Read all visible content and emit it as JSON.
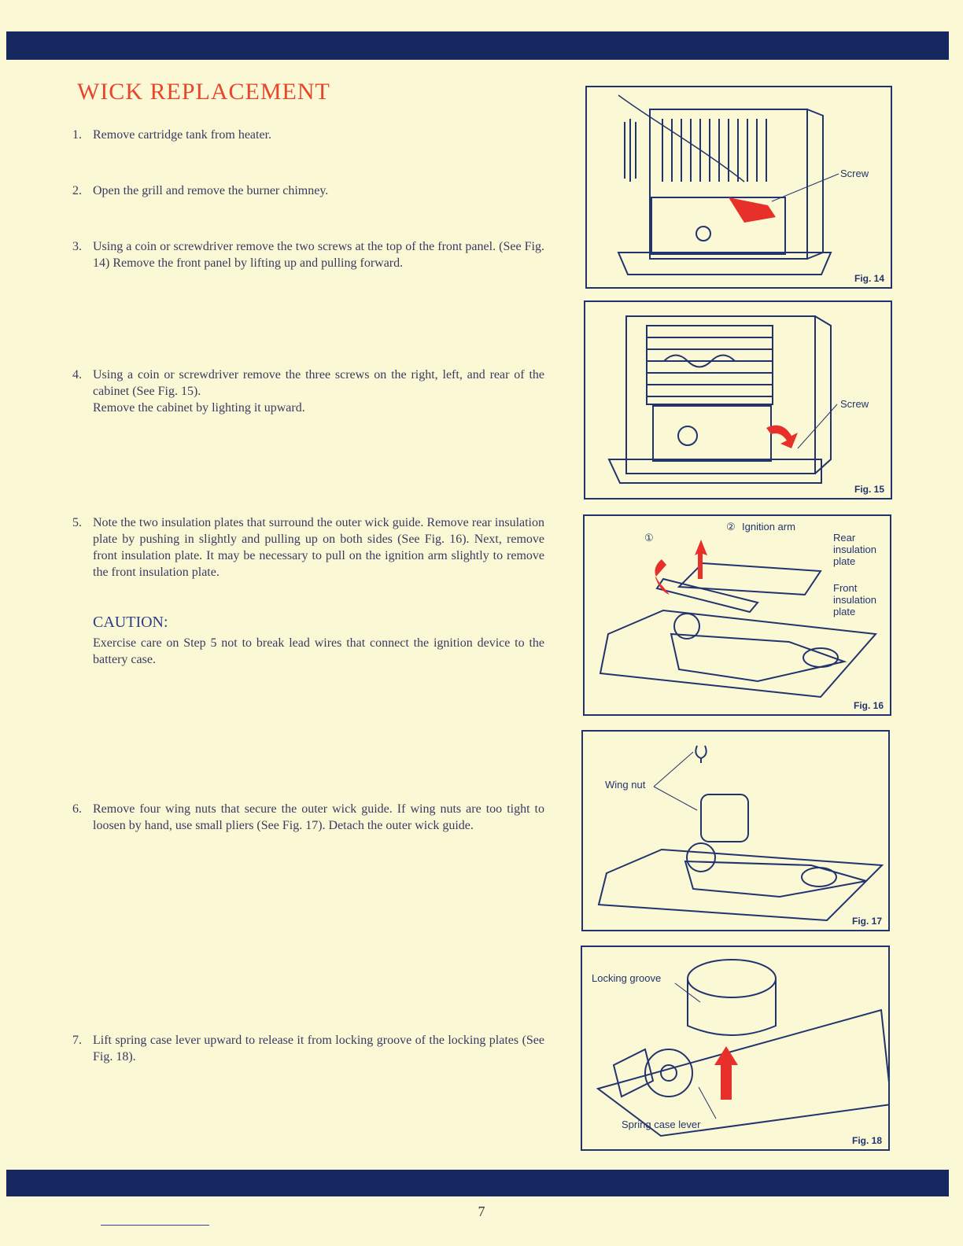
{
  "title": "WICK REPLACEMENT",
  "steps": [
    {
      "num": "1.",
      "text": "Remove cartridge tank from heater."
    },
    {
      "num": "2.",
      "text": "Open the grill and remove the burner chimney."
    },
    {
      "num": "3.",
      "text": "Using a coin or screwdriver remove the two screws at the top of the front panel. (See Fig. 14) Remove the front panel by lifting up and pulling forward."
    },
    {
      "num": "4.",
      "text": "Using a coin or screwdriver remove the three screws on the right, left, and rear of the cabinet (See Fig. 15).",
      "text2": "Remove the cabinet by lighting it upward."
    },
    {
      "num": "5.",
      "text": "Note the two insulation plates that surround the outer wick guide. Remove rear insulation plate by pushing in slightly and pulling up on both sides (See Fig. 16). Next, remove front insulation plate. It may be necessary to pull on the ignition arm slightly to remove the front insulation plate."
    },
    {
      "num": "6.",
      "text": "Remove four wing nuts that secure the outer wick guide. If wing nuts are too tight to loosen by hand, use small pliers (See Fig. 17). Detach the outer wick guide."
    },
    {
      "num": "7.",
      "text": "Lift spring case lever upward to release it from locking groove of the locking plates (See Fig. 18)."
    }
  ],
  "caution": {
    "heading": "CAUTION:",
    "text": "Exercise care on Step 5 not to break lead wires that connect the ignition device to the battery case."
  },
  "figures": [
    {
      "label": "Fig. 14",
      "callouts": [
        "Screw"
      ]
    },
    {
      "label": "Fig. 15",
      "callouts": [
        "Screw"
      ]
    },
    {
      "label": "Fig. 16",
      "callouts": [
        "Ignition arm",
        "Rear insulation plate",
        "Front insulation plate",
        "①",
        "②"
      ]
    },
    {
      "label": "Fig. 17",
      "callouts": [
        "Wing nut"
      ]
    },
    {
      "label": "Fig. 18",
      "callouts": [
        "Locking groove",
        "Spring case lever"
      ]
    }
  ],
  "page_number": "7",
  "colors": {
    "band": "#17275f",
    "title": "#e8452a",
    "background": "#fbf8d6",
    "arrow": "#e8302a"
  }
}
